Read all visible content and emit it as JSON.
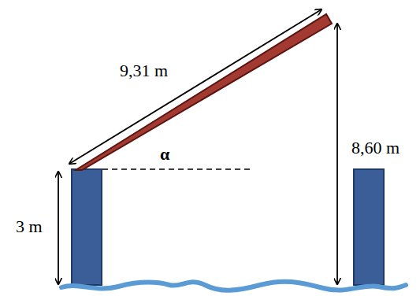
{
  "diagram": {
    "labels": [
      "9,31 m",
      "α",
      "3 m",
      "8,60 m"
    ]
  }
}
